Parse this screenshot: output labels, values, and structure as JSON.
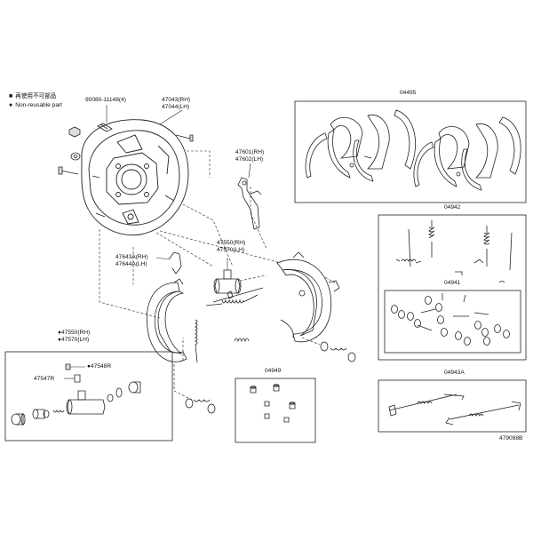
{
  "legend": {
    "items": [
      {
        "marker": "■",
        "text": "再使用不可部品"
      },
      {
        "marker": "●",
        "text": "Non-reusable part"
      }
    ]
  },
  "labels": {
    "bolt_part": "90080-11148(4)",
    "backing_plate_rh": "47043(RH)",
    "backing_plate_lh": "47044(LH)",
    "lever_rh": "47601(RH)",
    "lever_lh": "47602(LH)",
    "wheel_cyl_rh": "47550(RH)",
    "wheel_cyl_lh": "47570(LH)",
    "strut_rh": "47643A(RH)",
    "strut_lh": "47644A(LH)",
    "cyl_assy_rh": "●47550(RH)",
    "cyl_assy_lh": "●47570(LH)",
    "bleeder": "●47548R",
    "cyl_kit": "47547R",
    "shoe_kit": "04495",
    "spring_kit": "04942",
    "pin_kit": "04941",
    "cup_kit": "04949",
    "adjuster_kit": "04943A",
    "diagram_id": "479098B"
  }
}
